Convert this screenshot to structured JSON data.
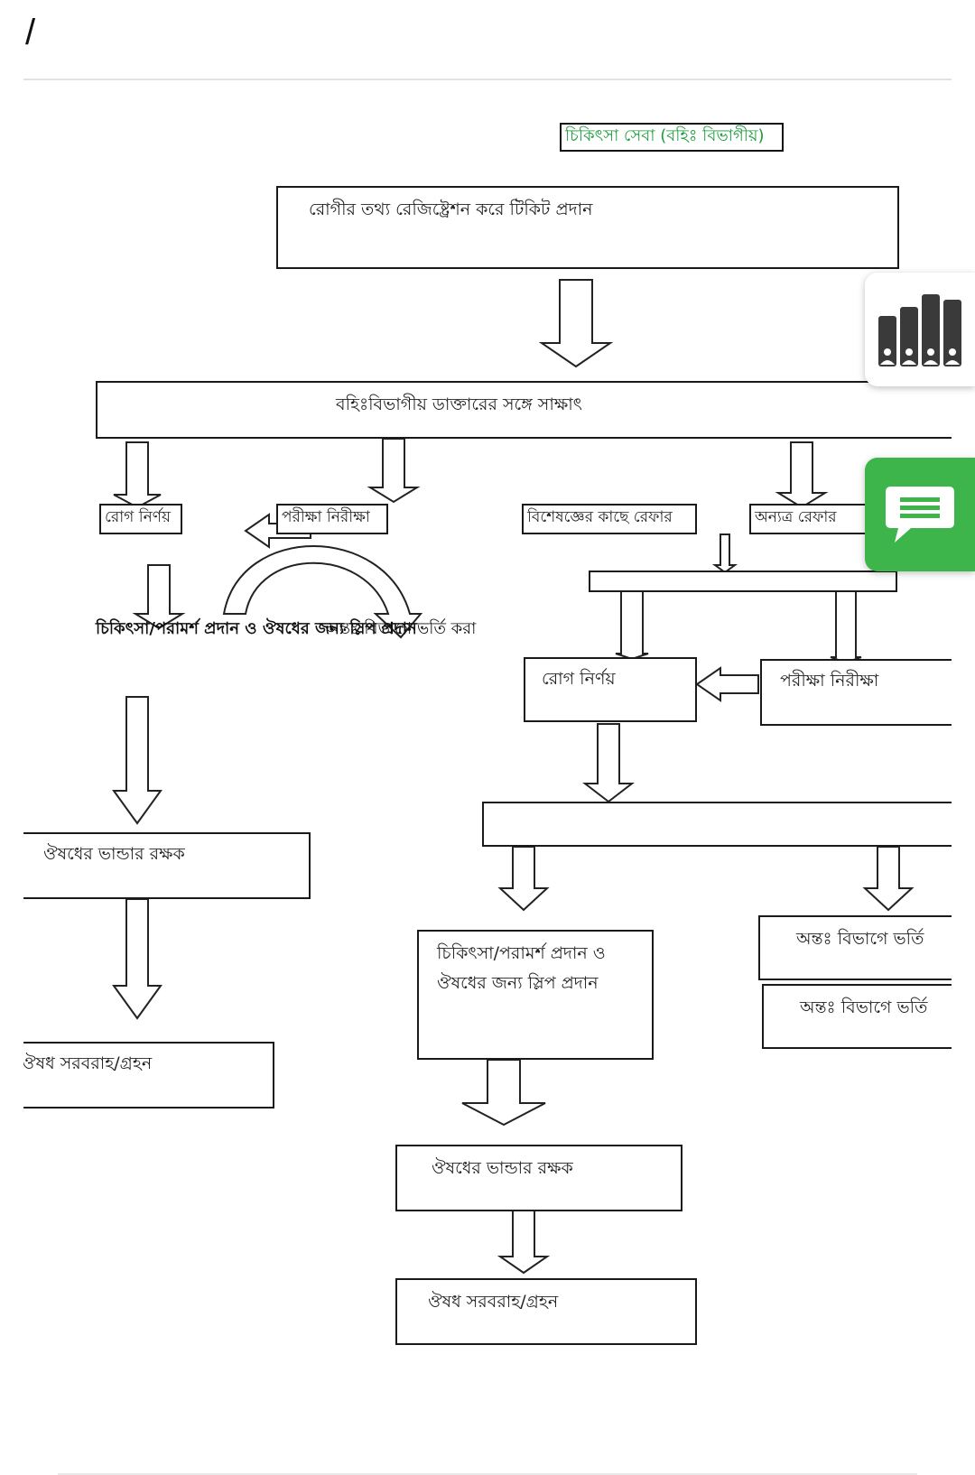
{
  "breadcrumb": {
    "separator": "/"
  },
  "flowchart": {
    "title": "চিকিৎসা সেবা (বহিঃ বিভাগীয়)",
    "registration": "রোগীর তথ্য রেজিষ্ট্রেশন করে টিকিট প্রদান",
    "outdoor_doctor": "বহিঃবিভাগীয় ডাক্তারের সঙ্গে সাক্ষাৎ",
    "left_branch": {
      "diagnosis": "রোগ নির্ণয়",
      "tests": "পরীক্ষা নিরীক্ষা",
      "treatment_line1": "চিকিৎসা/পরামর্শ প্রদান ও",
      "treatment_line2": "ঔষধের জন্য স্লিপ প্রদান",
      "admit_line1": "অন্তঃ বিভাগে",
      "admit_line2": "ভর্তি করা",
      "store_keeper": "ঔষধের ভান্ডার রক্ষক",
      "supply": "ঔষধ সরবরাহ/গ্রহন"
    },
    "right_branch": {
      "specialist_refer": "বিশেষজ্ঞের কাছে রেফার",
      "refer_elsewhere": "অন্যত্র রেফার",
      "diagnosis": "রোগ নির্ণয়",
      "tests": "পরীক্ষা নিরীক্ষা",
      "treatment_line1": "চিকিৎসা/পরামর্শ প্রদান ও",
      "treatment_line2": "ঔষধের জন্য স্লিপ প্রদান",
      "admit_1": "অন্তঃ বিভাগে ভর্তি",
      "admit_2": "অন্তঃ বিভাগে ভর্তি",
      "store_keeper": "ঔষধের ভান্ডার রক্ষক",
      "supply": "ঔষধ সরবরাহ/গ্রহন"
    }
  },
  "floating": {
    "stats_icon": "bar-chart-people-icon",
    "chat_icon": "chat-bubble-icon",
    "chat_color": "#3db54a",
    "title_color": "#1a9a3a"
  }
}
